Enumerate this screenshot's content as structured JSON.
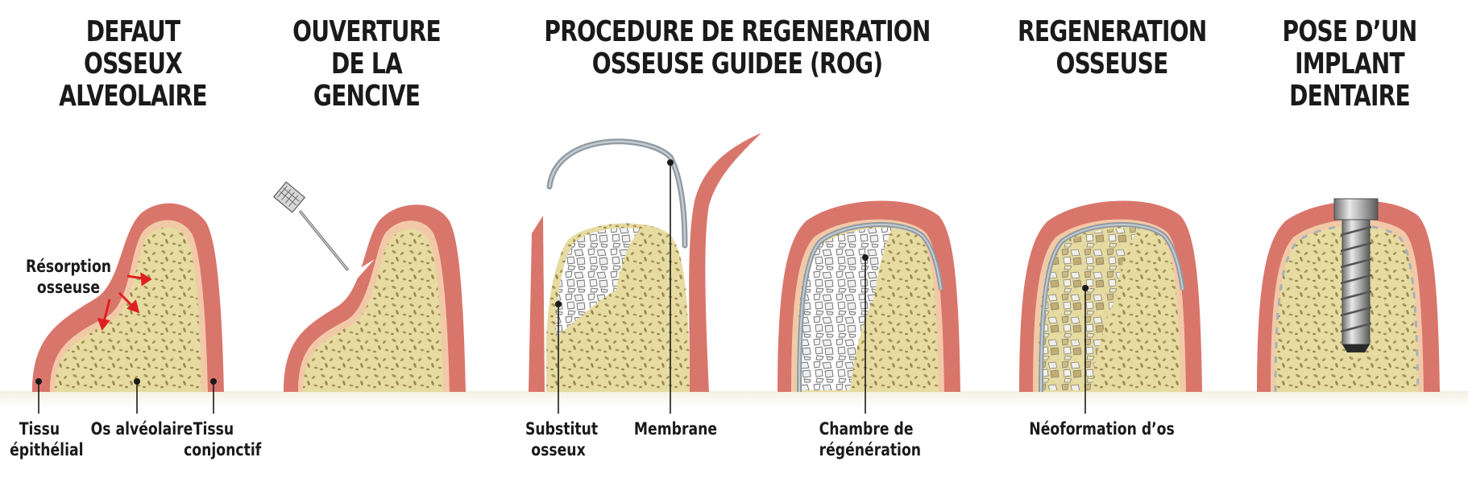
{
  "colors": {
    "gum": "#d9766c",
    "gum_dark": "#c4584f",
    "tissue_edge": "#f2c9a8",
    "bone": "#e6dba0",
    "bone_pore": "#a8975a",
    "membrane": "#8f9aa3",
    "arrow": "#e02020",
    "ink": "#1a1a1a"
  },
  "titles": {
    "t1": [
      "DEFAUT",
      "OSSEUX",
      "ALVEOLAIRE"
    ],
    "t2": [
      "OUVERTURE",
      "DE LA",
      "GENCIVE"
    ],
    "t3": [
      "PROCEDURE DE REGENERATION",
      "OSSEUSE GUIDEE (ROG)"
    ],
    "t4": [
      "REGENERATION",
      "OSSEUSE"
    ],
    "t5": [
      "POSE D’UN",
      "IMPLANT",
      "DENTAIRE"
    ]
  },
  "labels": {
    "resorption": [
      "Résorption",
      "osseuse"
    ],
    "tissu_epithelial": [
      "Tissu",
      "épithélial"
    ],
    "os_alveolaire": "Os alvéolaire",
    "tissu_conjonctif": [
      "Tissu",
      "conjonctif"
    ],
    "substitut": [
      "Substitut",
      "osseux"
    ],
    "membrane": "Membrane",
    "chambre": [
      "Chambre de",
      "régénération"
    ],
    "neoformation": "Néoformation d’os"
  }
}
